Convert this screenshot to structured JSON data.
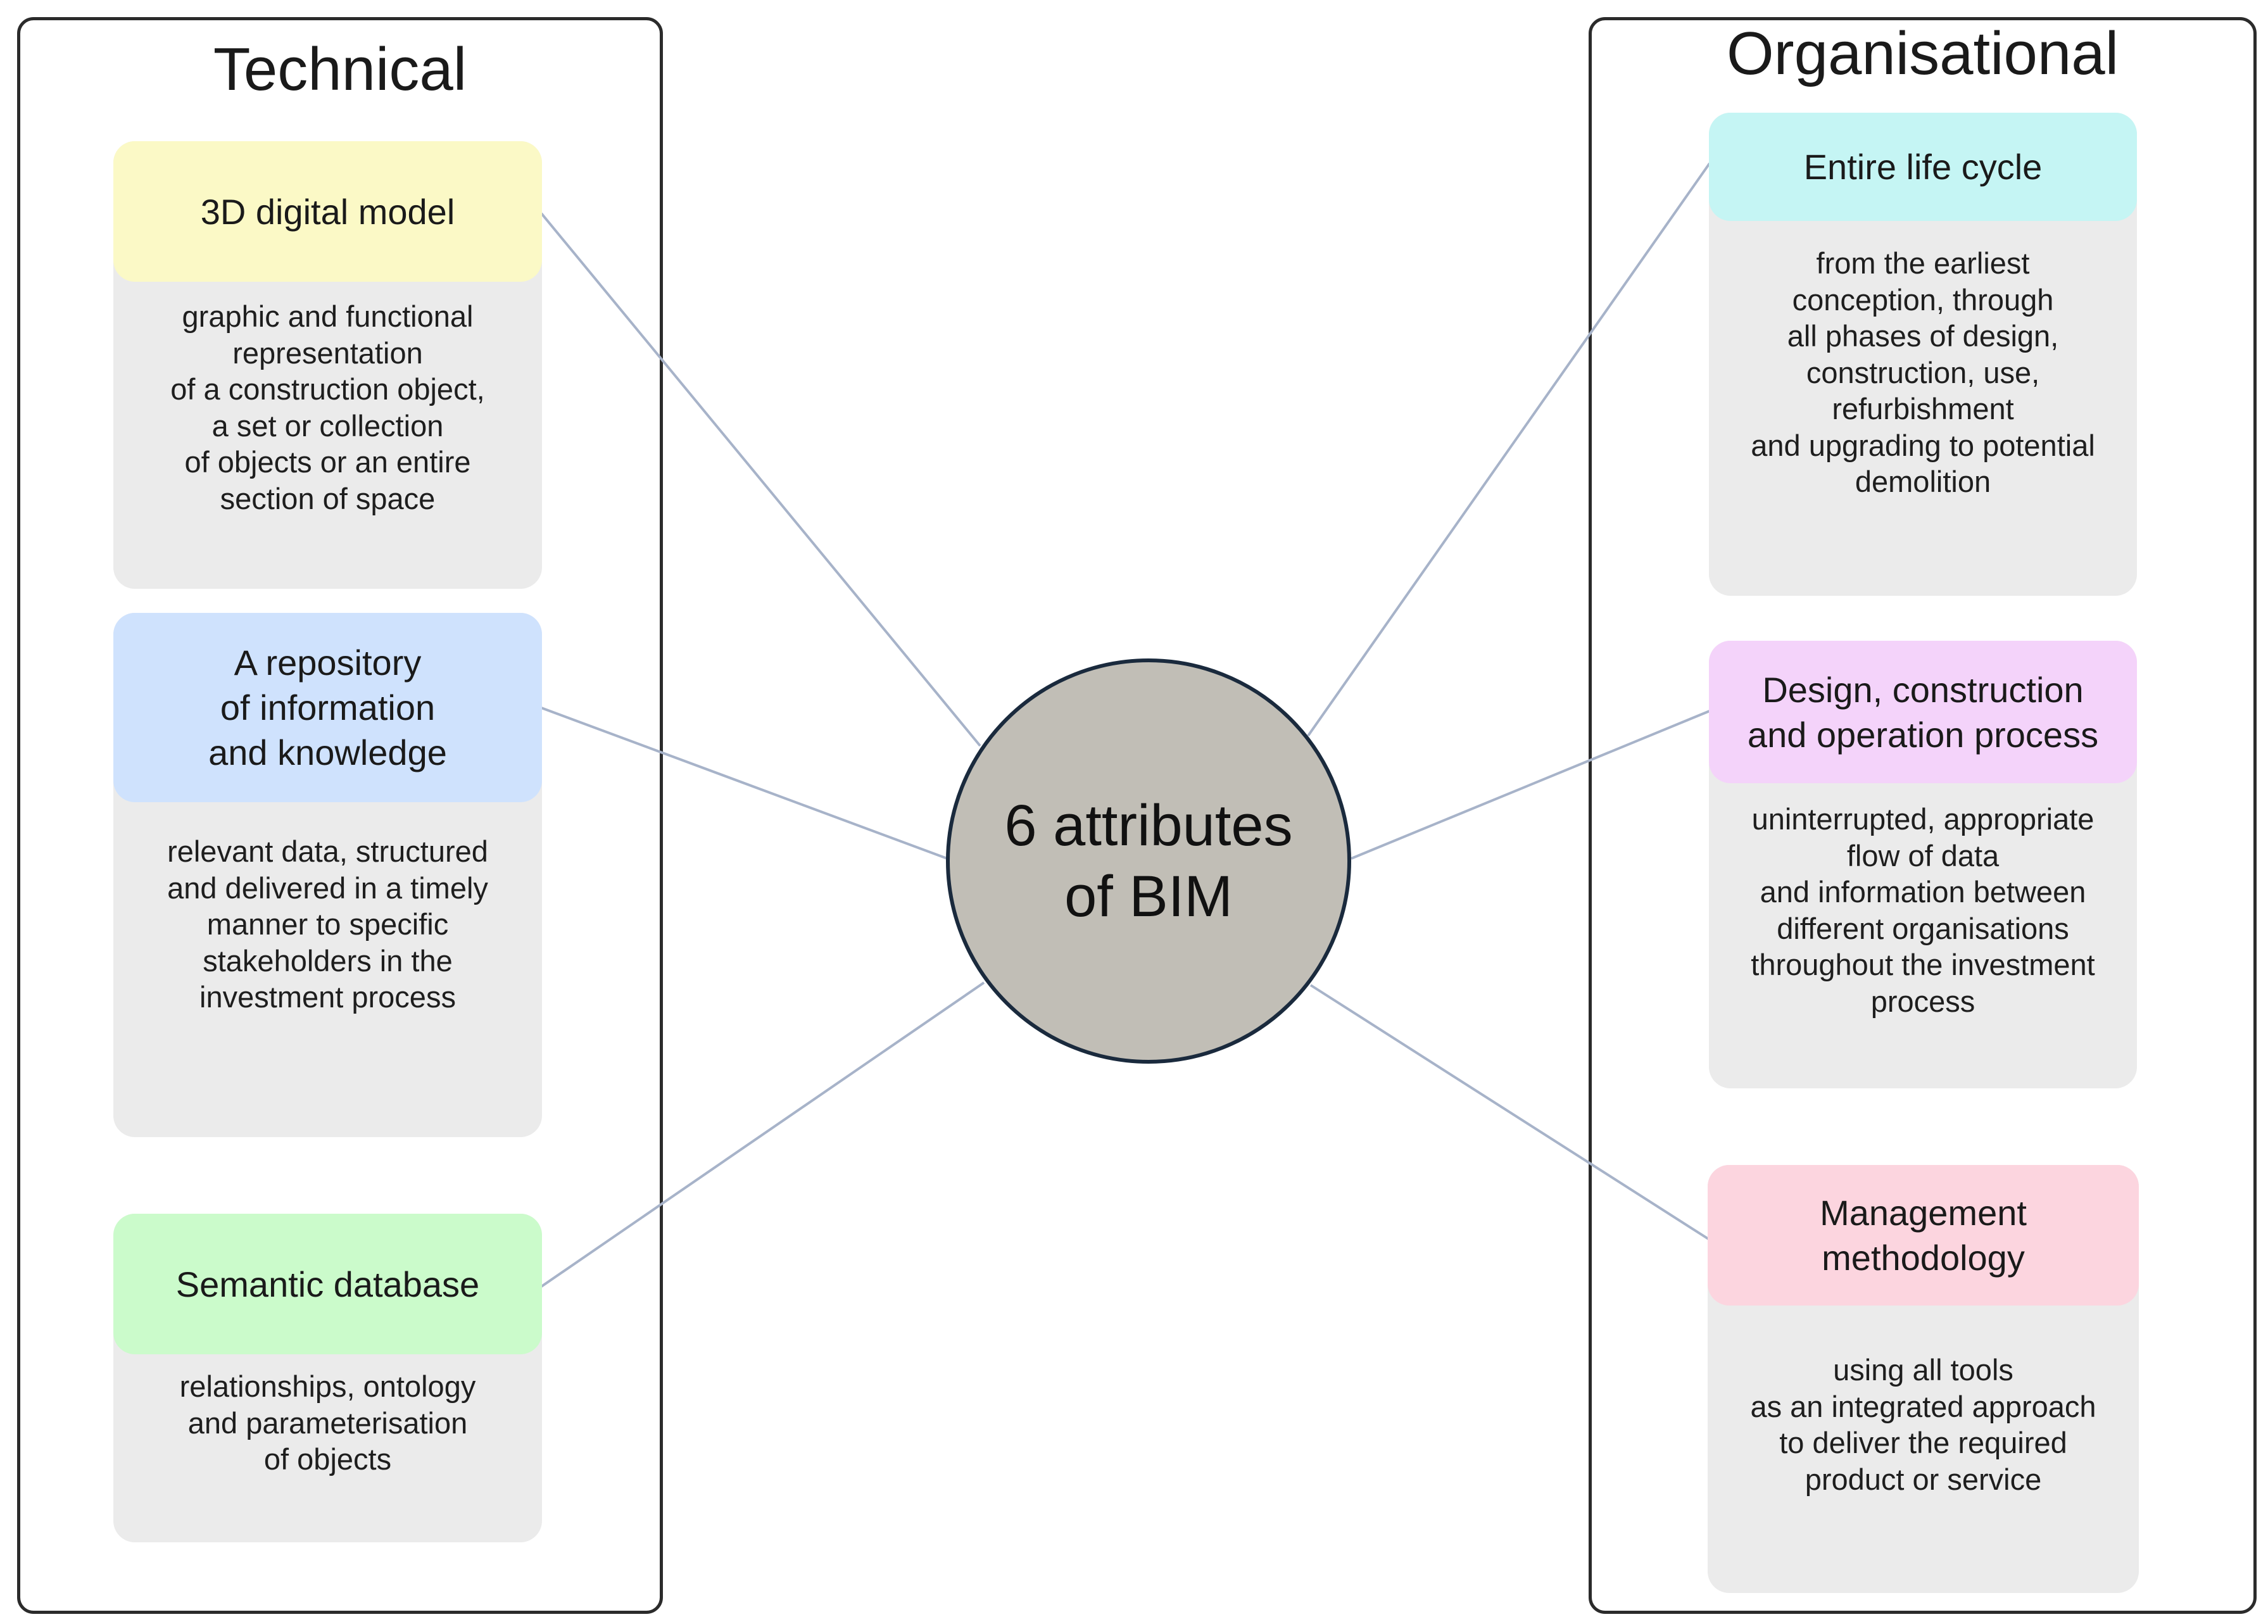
{
  "center": {
    "label": "6 attributes\nof BIM",
    "fill": "#c1beb6",
    "stroke": "#1a2a3d"
  },
  "groups": {
    "technical": {
      "title": "Technical",
      "cards": [
        {
          "heading": "3D digital model",
          "head_color": "#fbf9c6",
          "body": "graphic and functional\nrepresentation\nof a construction object,\na set or collection\nof objects or an entire\nsection of space"
        },
        {
          "heading": "A repository\nof information\nand knowledge",
          "head_color": "#cfe2fd",
          "body": "relevant data, structured\nand delivered in a timely\nmanner to specific\nstakeholders in the\ninvestment process"
        },
        {
          "heading": "Semantic database",
          "head_color": "#cbfbcb",
          "body": "relationships, ontology\nand parameterisation\nof objects"
        }
      ]
    },
    "organisational": {
      "title": "Organisational",
      "cards": [
        {
          "heading": "Entire life cycle",
          "head_color": "#c5f5f4",
          "body": "from the earliest\nconception, through\nall phases of design,\nconstruction, use,\nrefurbishment\nand upgrading to potential\ndemolition"
        },
        {
          "heading": "Design, construction\nand operation process",
          "head_color": "#f4d3fa",
          "body": "uninterrupted, appropriate\nflow of data\nand information between\ndifferent organisations\nthroughout the investment\nprocess"
        },
        {
          "heading": "Management\nmethodology",
          "head_color": "#fcd5df",
          "body": "using all tools\nas an integrated approach\nto deliver the required\nproduct or service"
        }
      ]
    }
  },
  "connector_color": "#a7b3c9",
  "panel_border_color": "#2b2b2b",
  "card_body_color": "#ebebeb"
}
